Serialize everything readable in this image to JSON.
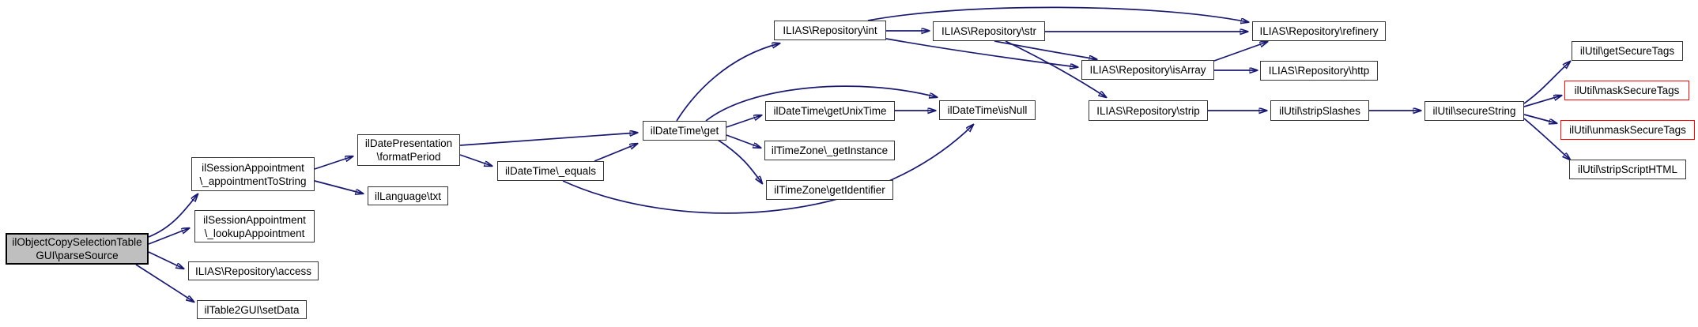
{
  "diagram": {
    "type": "call-graph",
    "colors": {
      "edge": "#191970",
      "node_border": "#353535",
      "node_fill": "#ffffff",
      "highlight_fill": "#bfbfbf",
      "highlight_border": "#000000",
      "alert_border": "#ff0000",
      "text": "#000000",
      "background": "#ffffff"
    },
    "nodes": {
      "parseSource": {
        "line1": "ilObjectCopySelectionTable",
        "line2": "GUI\\parseSource"
      },
      "appointmentToString": {
        "line1": "ilSessionAppointment",
        "line2": "\\_appointmentToString"
      },
      "lookupAppointment": {
        "line1": "ilSessionAppointment",
        "line2": "\\_lookupAppointment"
      },
      "access": {
        "label": "ILIAS\\Repository\\access"
      },
      "setData": {
        "label": "ilTable2GUI\\setData"
      },
      "formatPeriod": {
        "line1": "ilDatePresentation",
        "line2": "\\formatPeriod"
      },
      "txt": {
        "label": "ilLanguage\\txt"
      },
      "get": {
        "label": "ilDateTime\\get"
      },
      "equals": {
        "label": "ilDateTime\\_equals"
      },
      "getUnixTime": {
        "label": "ilDateTime\\getUnixTime"
      },
      "getInstance": {
        "label": "ilTimeZone\\_getInstance"
      },
      "getIdentifier": {
        "label": "ilTimeZone\\getIdentifier"
      },
      "isNull": {
        "label": "ilDateTime\\isNull"
      },
      "int": {
        "label": "ILIAS\\Repository\\int"
      },
      "str": {
        "label": "ILIAS\\Repository\\str"
      },
      "refinery": {
        "label": "ILIAS\\Repository\\refinery"
      },
      "isArray": {
        "label": "ILIAS\\Repository\\isArray"
      },
      "http": {
        "label": "ILIAS\\Repository\\http"
      },
      "strip": {
        "label": "ILIAS\\Repository\\strip"
      },
      "stripSlashes": {
        "label": "ilUtil\\stripSlashes"
      },
      "secureString": {
        "label": "ilUtil\\secureString"
      },
      "getSecureTags": {
        "label": "ilUtil\\getSecureTags"
      },
      "maskSecureTags": {
        "label": "ilUtil\\maskSecureTags"
      },
      "unmaskSecureTags": {
        "label": "ilUtil\\unmaskSecureTags"
      },
      "stripScriptHTML": {
        "label": "ilUtil\\stripScriptHTML"
      }
    },
    "edges": [
      {
        "from": "parseSource",
        "to": "appointmentToString"
      },
      {
        "from": "parseSource",
        "to": "lookupAppointment"
      },
      {
        "from": "parseSource",
        "to": "access"
      },
      {
        "from": "parseSource",
        "to": "setData"
      },
      {
        "from": "appointmentToString",
        "to": "formatPeriod"
      },
      {
        "from": "appointmentToString",
        "to": "txt"
      },
      {
        "from": "formatPeriod",
        "to": "get"
      },
      {
        "from": "formatPeriod",
        "to": "equals"
      },
      {
        "from": "equals",
        "to": "get"
      },
      {
        "from": "equals",
        "to": "isNull"
      },
      {
        "from": "get",
        "to": "int"
      },
      {
        "from": "get",
        "to": "isNull"
      },
      {
        "from": "get",
        "to": "getUnixTime"
      },
      {
        "from": "get",
        "to": "getInstance"
      },
      {
        "from": "get",
        "to": "getIdentifier"
      },
      {
        "from": "getUnixTime",
        "to": "isNull"
      },
      {
        "from": "int",
        "to": "str"
      },
      {
        "from": "int",
        "to": "refinery"
      },
      {
        "from": "int",
        "to": "isArray"
      },
      {
        "from": "str",
        "to": "refinery"
      },
      {
        "from": "str",
        "to": "isArray"
      },
      {
        "from": "str",
        "to": "strip"
      },
      {
        "from": "isArray",
        "to": "refinery"
      },
      {
        "from": "isArray",
        "to": "http"
      },
      {
        "from": "strip",
        "to": "stripSlashes"
      },
      {
        "from": "stripSlashes",
        "to": "secureString"
      },
      {
        "from": "secureString",
        "to": "getSecureTags"
      },
      {
        "from": "secureString",
        "to": "maskSecureTags"
      },
      {
        "from": "secureString",
        "to": "unmaskSecureTags"
      },
      {
        "from": "secureString",
        "to": "stripScriptHTML"
      }
    ]
  }
}
